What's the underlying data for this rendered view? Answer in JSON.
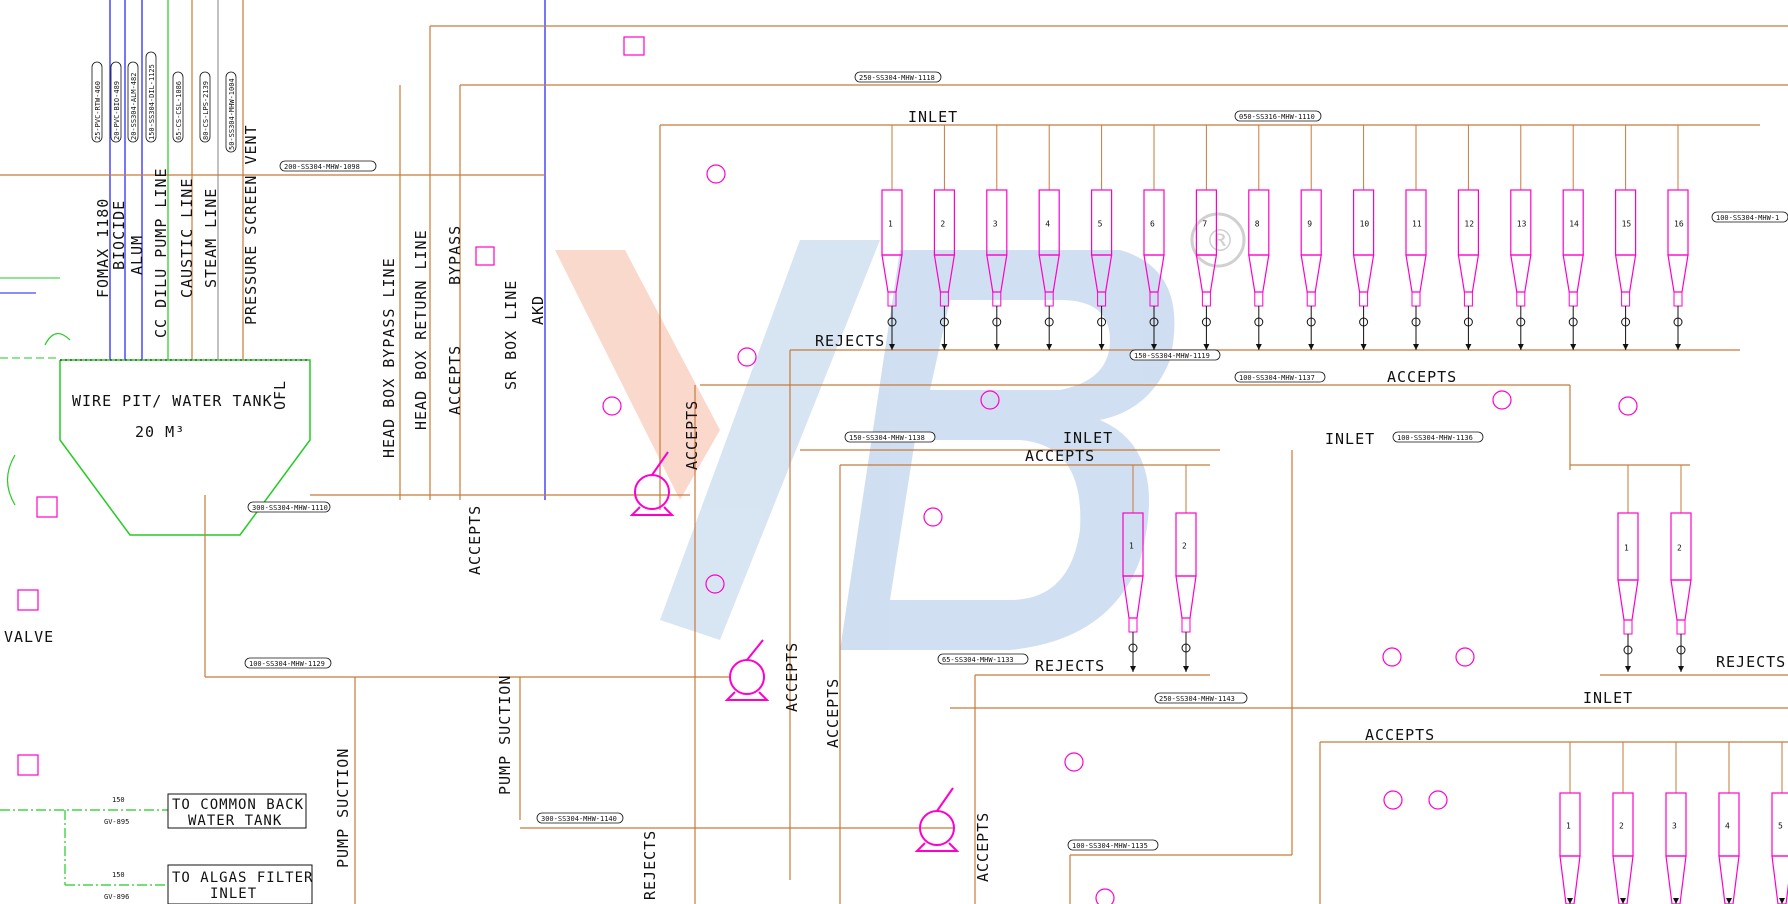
{
  "diagram": {
    "vertical_line_labels": [
      "FOMAX 1180",
      "BIOCIDE",
      "ALUM",
      "CC DILU PUMP LINE",
      "CAUSTIC LINE",
      "STEAM LINE",
      "PRESSURE SCREEN VENT"
    ],
    "vertical_line_tags": [
      "25-PVC-RTW-460",
      "20-PVC-BIO-489",
      "20-SS304-ALM-482",
      "150-SS304-DIL-1125",
      "65-CS-CSL-1086",
      "80-CS-LPS-2139",
      "50-SS304-MHW-1004"
    ],
    "tank": {
      "title": "WIRE PIT/ WATER TANK",
      "volume": "20 M³"
    },
    "ofl": "OFL",
    "left_valve_text": "VALVE",
    "header_tag": "200-SS304-MHW-1098",
    "bypass_labels": [
      "HEAD BOX BYPASS LINE",
      "HEAD BOX RETURN LINE",
      "BYPASS",
      "ACCEPTS",
      "SR BOX LINE",
      "AKD"
    ],
    "main_labels": {
      "inlet_top": "INLET",
      "rejects_top": "REJECTS",
      "accepts_mid": "ACCEPTS",
      "inlet_mid": "INLET",
      "accepts_mid2": "ACCEPTS",
      "inlet_right": "INLET",
      "rejects_mid": "REJECTS",
      "rejects_right": "REJECTS",
      "inlet_bottom": "INLET",
      "accepts_bottom": "ACCEPTS",
      "accepts_v1": "ACCEPTS",
      "accepts_v2": "ACCEPTS",
      "accepts_v3": "ACCEPTS",
      "accepts_v4": "ACCEPTS",
      "accepts_v5": "ACCEPTS",
      "pump_suction_1": "PUMP SUCTION",
      "pump_suction_2": "PUMP SUCTION",
      "rejects_v": "REJECTS"
    },
    "line_tags": {
      "t1": "250-SS304-MHW-1118",
      "t2": "050-SS316-MHW-1110",
      "t3": "150-SS304-MHW-1119",
      "t4": "100-SS304-MHW-1137",
      "t5": "150-SS304-MHW-1138",
      "t6": "100-SS304-MHW-1136",
      "t7": "65-SS304-MHW-1133",
      "t8": "250-SS304-MHW-1143",
      "t9": "100-SS304-MHW-1135",
      "t10": "300-SS304-MHW-1140",
      "t11": "300-SS304-MHW-1110",
      "t12": "100-SS304-MHW-1129",
      "t13": "100-SS304-MHW-1"
    },
    "cleaners_top": [
      "1",
      "2",
      "3",
      "4",
      "5",
      "6",
      "7",
      "8",
      "9",
      "10",
      "11",
      "12",
      "13",
      "14",
      "15",
      "16"
    ],
    "cleaners_mid": [
      "1",
      "2"
    ],
    "cleaners_right": [
      "1",
      "2"
    ],
    "cleaners_bottom": [
      "1",
      "2",
      "3",
      "4",
      "5"
    ],
    "boxes": {
      "common_back": [
        "TO COMMON BACK",
        "WATER TANK"
      ],
      "algas": [
        "TO ALGAS FILTER",
        "INLET"
      ]
    },
    "valve_tags": {
      "gv895": "GV-895",
      "gv896": "GV-896",
      "size150": "150"
    },
    "watermark": "®"
  }
}
